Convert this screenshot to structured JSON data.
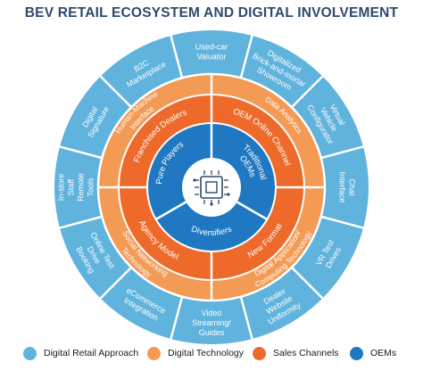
{
  "title": "BEV RETAIL ECOSYSTEM AND DIGITAL INVOLVEMENT",
  "colors": {
    "digital_retail_approach": "#5FB3DC",
    "digital_technology": "#F39A55",
    "sales_channels": "#EE6A2A",
    "oems": "#1F78C1",
    "center": "#FFFFFF"
  },
  "rings": {
    "outer": [
      "Digitalized Brick-and-mortar Showroom",
      "Virtual Vehicle Configurator",
      "Chat Interface",
      "VR Test Drives",
      "Dealer Website Uniformity",
      "Video Streaming/ Guides",
      "eCommerce Integration",
      "Online Test Drive Booking",
      "In-store Staff Remote Tools",
      "Digital Signature",
      "B2C Marketplace",
      "Used-car Valuator"
    ],
    "technology": [
      "Data Analytics",
      "Digital Application/ Computing Technology",
      "Social Networking Technology",
      "Human-Machine Interface"
    ],
    "sales": [
      "OEM Online Channel",
      "New Format",
      "Agency Model",
      "Franchised Dealers"
    ],
    "oems": [
      "Traditional OEMs",
      "Diversifiers",
      "Pure Players"
    ]
  },
  "center_icon": "chip-circuit-icon",
  "legend": [
    {
      "label": "Digital Retail Approach",
      "color": "#5FB3DC"
    },
    {
      "label": "Digital Technology",
      "color": "#F39A55"
    },
    {
      "label": "Sales Channels",
      "color": "#EE6A2A"
    },
    {
      "label": "OEMs",
      "color": "#1F78C1"
    }
  ]
}
